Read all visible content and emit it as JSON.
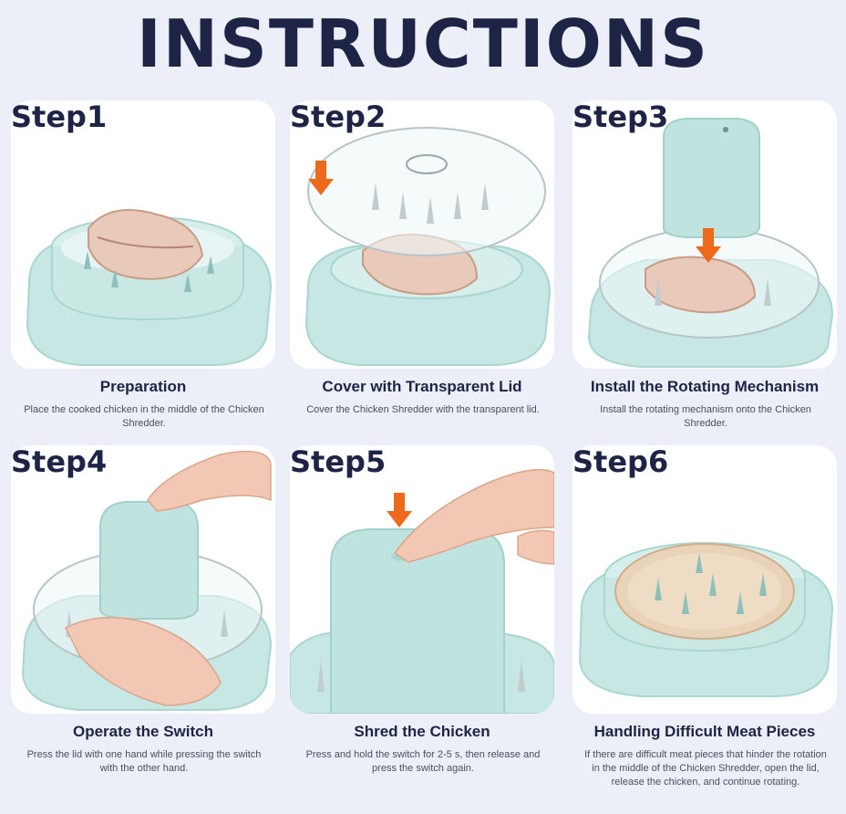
{
  "title": "INSTRUCTIONS",
  "steps": [
    {
      "label": "Step1",
      "heading": "Preparation",
      "description": "Place the cooked chicken in the middle of the Chicken Shredder."
    },
    {
      "label": "Step2",
      "heading": "Cover with Transparent Lid",
      "description": "Cover the Chicken Shredder with the transparent lid."
    },
    {
      "label": "Step3",
      "heading": "Install the Rotating Mechanism",
      "description": "Install the rotating mechanism onto the Chicken Shredder."
    },
    {
      "label": "Step4",
      "heading": "Operate the Switch",
      "description": "Press the lid with one hand while pressing the switch with the other hand."
    },
    {
      "label": "Step5",
      "heading": "Shred the Chicken",
      "description": "Press and hold the switch for 2-5 s, then release and press the switch again."
    },
    {
      "label": "Step6",
      "heading": "Handling Difficult Meat Pieces",
      "description": "If there are difficult meat pieces that hinder the rotation in the middle of the Chicken Shredder, open the lid, release the chicken, and continue rotating."
    }
  ],
  "colors": {
    "background": "#eceef8",
    "title": "#1d2446",
    "shredder": "#bfe3df",
    "arrow": "#ee6a1a"
  }
}
